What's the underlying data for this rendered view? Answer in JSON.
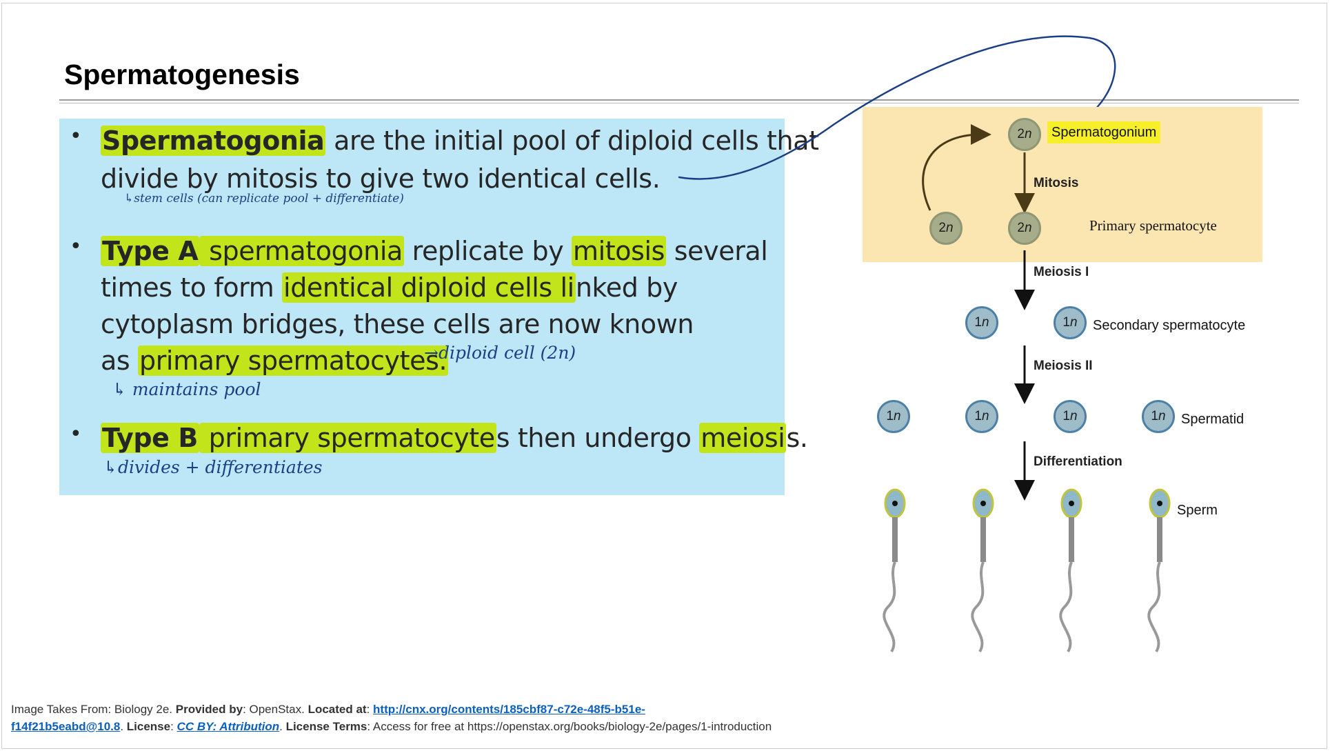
{
  "slide": {
    "title": "Spermatogenesis"
  },
  "bullets": [
    {
      "part1": "Spermatogonia",
      "part2": " are the initial pool of diploid cells that",
      "line2": "divide by mitosis to give two identical cells.",
      "note": "↳stem cells (can replicate pool + differentiate)"
    },
    {
      "l1a": "Type A",
      "l1b": " spermatogonia",
      "l1c": " replicate by ",
      "l1d": "mitosis",
      "l1e": " several",
      "l2a": "times to form ",
      "l2b": "identical diploid cells li",
      "l2c": "nked by",
      "l3": "cytoplasm bridges, these cells are now known",
      "l4a": "as ",
      "l4b": "primary spermatocytes.",
      "note_arrow": "→diploid cell (2n)",
      "note_below": "↳ maintains pool"
    },
    {
      "a": "Type B",
      "b": " primary spermatocyte",
      "c": "s then undergo ",
      "d": "meiosi",
      "e": "s.",
      "note": "↳divides + differentiates"
    }
  ],
  "diagram": {
    "cells": {
      "c2n": "2",
      "c1n": "1",
      "italic_n": "n"
    },
    "labels": {
      "spermatogonium": "Spermatogonium",
      "primary": "Primary spermatocyte",
      "secondary": "Secondary spermatocyte",
      "spermatid": "Spermatid",
      "sperm": "Sperm"
    },
    "steps": {
      "mitosis": "Mitosis",
      "meiosis1": "Meiosis I",
      "meiosis2": "Meiosis II",
      "differentiation": "Differentiation"
    }
  },
  "footer": {
    "t1": "Image Takes From: Biology 2e. ",
    "provided_label": "Provided by",
    "t2": ": OpenStax. ",
    "located_label": "Located at",
    "t3": ": ",
    "link1": "http://cnx.org/contents/185cbf87-c72e-48f5-b51e-",
    "link2": "f14f21b5eabd@10.8",
    "t4": ". ",
    "license_label": "License",
    "t5": ": ",
    "license_link": "CC BY: Attribution",
    "t6": ". ",
    "terms_label": "License Terms",
    "t7": ": Access for free at https://openstax.org/books/biology-2e/pages/1-introduction"
  },
  "colors": {
    "highlight": "#c1e51a",
    "box": "#bde6f7",
    "ink": "#1a3f86",
    "diagram_band": "#fbe6b2"
  }
}
